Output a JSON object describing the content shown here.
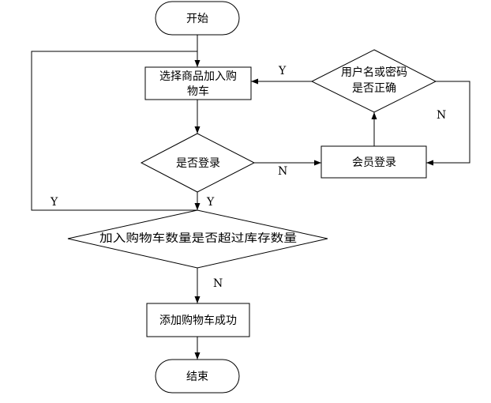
{
  "nodes": {
    "start": "开始",
    "select_item_line1": "选择商品加入购",
    "select_item_line2": "物车",
    "logged_in": "是否登录",
    "credentials_line1": "用户名或密码",
    "credentials_line2": "是否正确",
    "member_login": "会员登录",
    "stock_check": "加入购物车数量是否超过库存数量",
    "add_success": "添加购物车成功",
    "end": "结束"
  },
  "edges": {
    "credentials_yes": "Y",
    "credentials_no": "N",
    "logged_in_no": "N",
    "logged_in_yes": "Y",
    "stock_yes": "Y",
    "stock_no": "N"
  }
}
